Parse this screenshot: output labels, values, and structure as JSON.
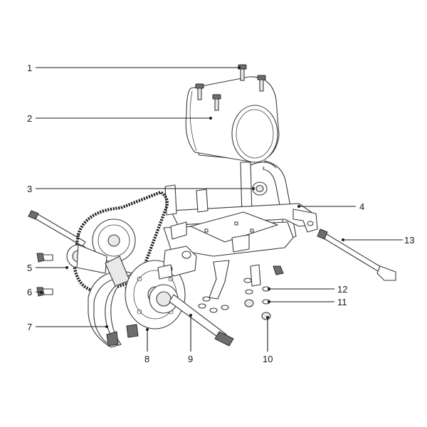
{
  "callouts": [
    {
      "id": "1",
      "label": "1"
    },
    {
      "id": "2",
      "label": "2"
    },
    {
      "id": "3",
      "label": "3"
    },
    {
      "id": "4",
      "label": "4"
    },
    {
      "id": "5",
      "label": "5"
    },
    {
      "id": "6",
      "label": "6"
    },
    {
      "id": "7",
      "label": "7"
    },
    {
      "id": "8",
      "label": "8"
    },
    {
      "id": "9",
      "label": "9"
    },
    {
      "id": "10",
      "label": "10"
    },
    {
      "id": "11",
      "label": "11"
    },
    {
      "id": "12",
      "label": "12"
    },
    {
      "id": "13",
      "label": "13"
    }
  ],
  "colors": {
    "line": "#1a1a1a",
    "part_outline": "#3a3a3a",
    "background": "#ffffff"
  }
}
